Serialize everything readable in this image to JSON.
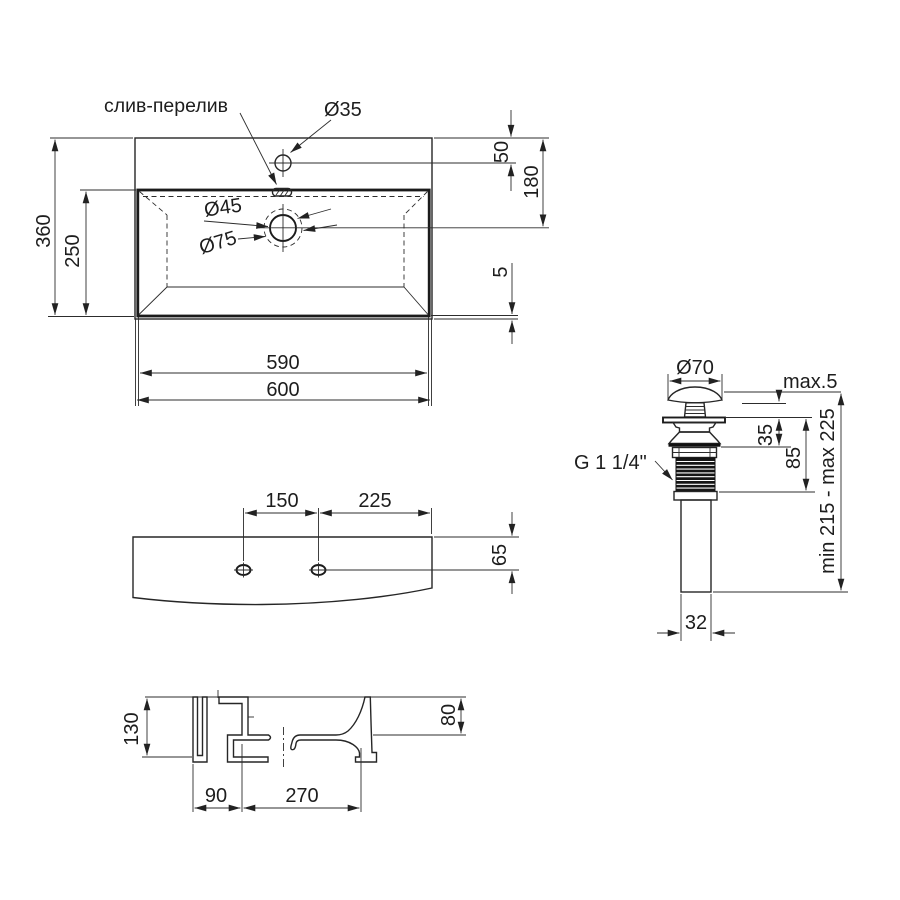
{
  "drawing_title": "washbasin-technical-drawing",
  "top_view": {
    "overflow_label": "слив-перелив",
    "faucet_hole_dia": "Ø35",
    "drain_hole_dia": "Ø45",
    "drain_recess_dia": "Ø75",
    "outer_width": "600",
    "inner_width": "590",
    "outer_depth": "360",
    "basin_inner_depth": "250",
    "faucet_hole_offset": "50",
    "drain_center_offset": "180",
    "front_rim_width": "5"
  },
  "rear_view": {
    "hole_spacing": "150",
    "hole_to_edge": "225",
    "hole_top_offset": "65"
  },
  "section_view": {
    "total_height": "130",
    "ledge_width": "90",
    "basin_width": "270",
    "basin_depth": "80"
  },
  "drain_kit": {
    "cap_dia": "Ø70",
    "cap_protrusion": "max.5",
    "upper_height": "35",
    "body_height": "85",
    "total_length": "min 215 - max 225",
    "thread_label": "G 1 1/4\"",
    "pipe_dia": "32"
  }
}
